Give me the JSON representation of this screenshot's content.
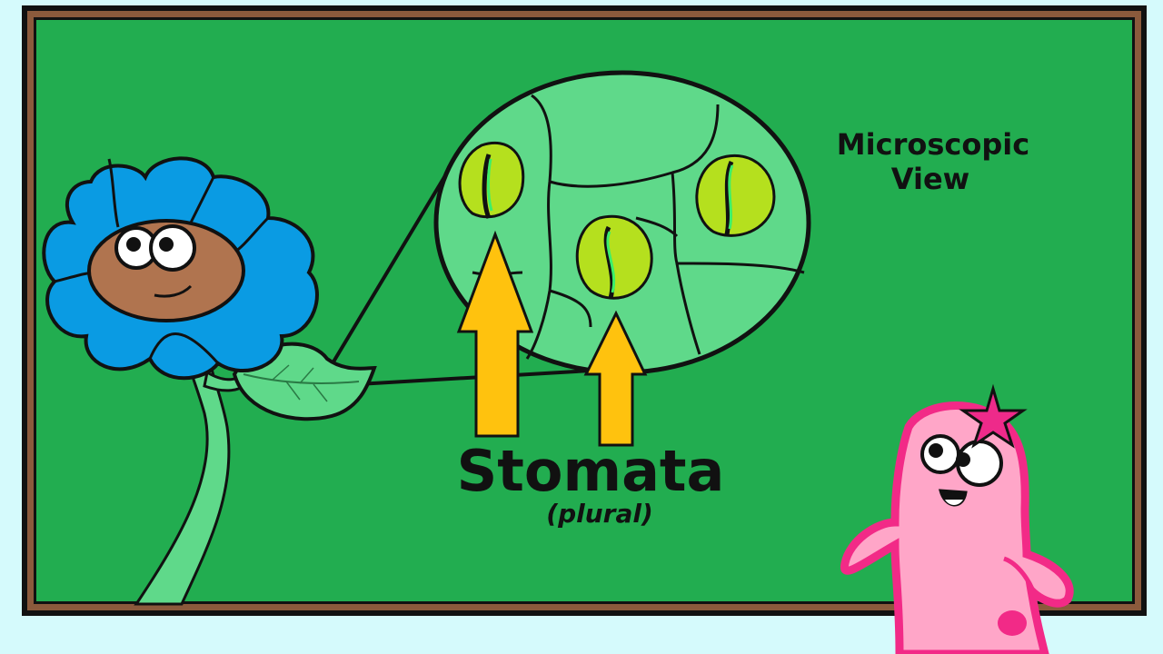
{
  "title": "Stomata",
  "subtitle": "(plural)",
  "view_label_line1": "Microscopic",
  "view_label_line2": "View",
  "colors": {
    "background": "#d5fafc",
    "frame_border": "#8b5a3c",
    "board": "#22ad50",
    "petals": "#0a9be3",
    "face": "#b0744f",
    "stem": "#5fd98a",
    "magnified_tissue": "#5fd98a",
    "guard_cell": "#b5e01e",
    "stoma_slit": "#3cef6a",
    "arrow": "#ffc20e",
    "pink_character": "#ffa6c8",
    "pink_outline": "#f22a87",
    "star": "#ee2a8a"
  }
}
